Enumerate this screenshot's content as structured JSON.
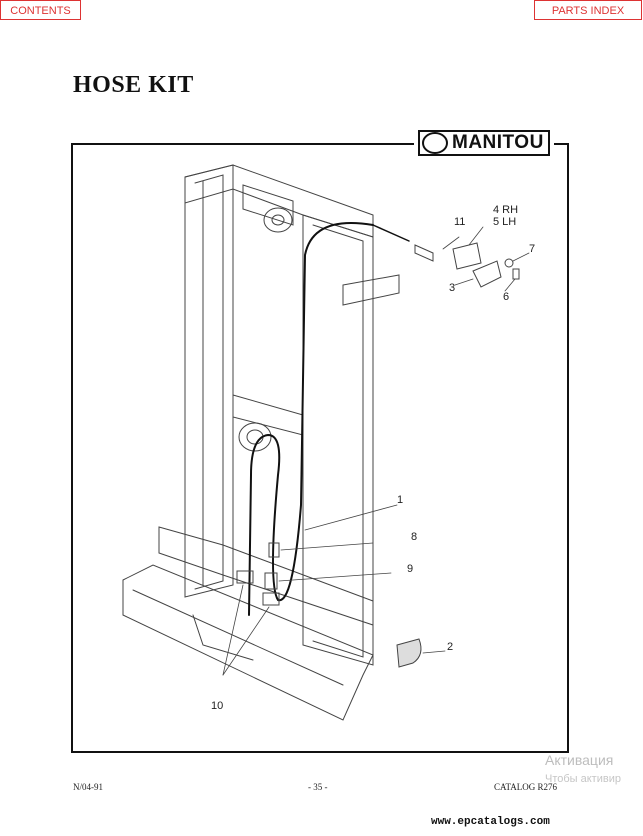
{
  "nav": {
    "contents_label": "CONTENTS",
    "parts_index_label": "PARTS INDEX"
  },
  "page": {
    "title": "HOSE KIT"
  },
  "logo": {
    "text": "MANITOU"
  },
  "callouts": {
    "c1": "1",
    "c2": "2",
    "c3": "3",
    "c4": "4 RH",
    "c5": "5 LH",
    "c6": "6",
    "c7": "7",
    "c8": "8",
    "c9": "9",
    "c10": "10",
    "c11": "11"
  },
  "footer": {
    "left": "N/04-91",
    "center": "- 35 -",
    "right": "CATALOG R276"
  },
  "watermark": {
    "line1": "Активация",
    "line2": "Чтобы активир"
  },
  "site": {
    "url": "www.epcatalogs.com"
  }
}
